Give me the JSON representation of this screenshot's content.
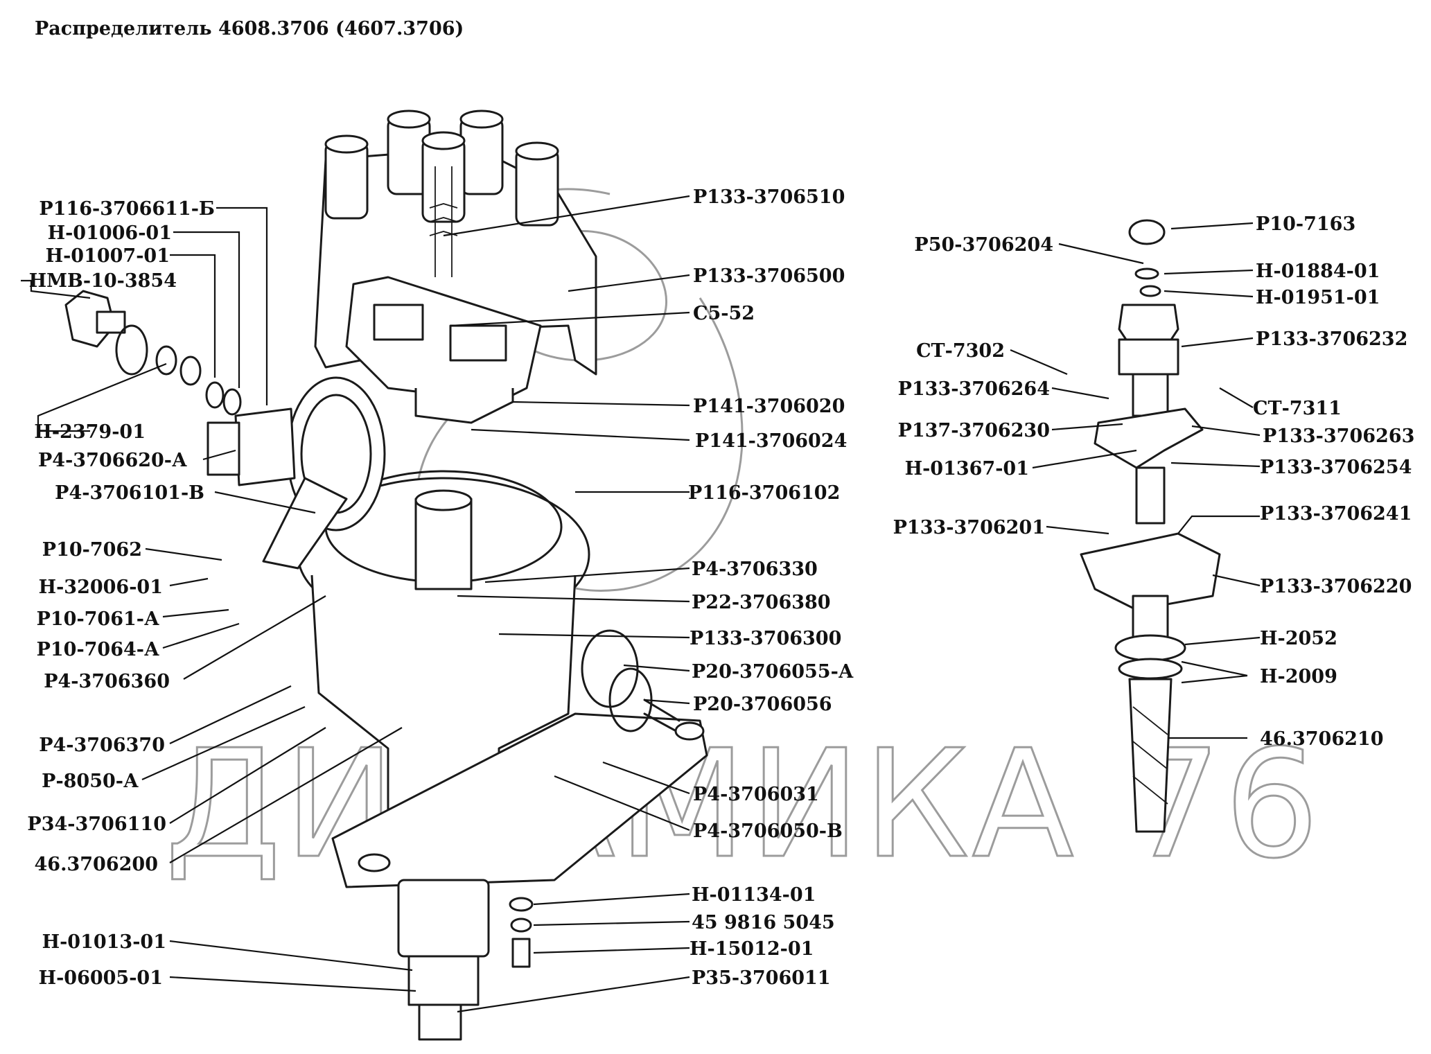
{
  "title": "Распределитель 4608.3706 (4607.3706)",
  "watermark": "ДИНАМИКА 76",
  "colors": {
    "ink": "#111111",
    "watermark": "#9c9c9c",
    "background": "#ffffff"
  },
  "labels": {
    "l1": "Р116-3706611-Б",
    "l2": "Н-01006-01",
    "l3": "Н-01007-01",
    "l4": "НМВ-10-3854",
    "l5": "Н-2379-01",
    "l6": "Р4-3706620-А",
    "l7": "Р4-3706101-В",
    "l8": "Р10-7062",
    "l9": "Н-32006-01",
    "l10": "Р10-7061-А",
    "l11": "Р10-7064-А",
    "l12": "Р4-3706360",
    "l13": "Р4-3706370",
    "l14": "Р-8050-А",
    "l15": "Р34-3706110",
    "l16": "46.3706200",
    "l17": "Н-01013-01",
    "l18": "Н-06005-01",
    "r1": "Р133-3706510",
    "r2": "Р133-3706500",
    "r3": "С5-52",
    "r4": "Р141-3706020",
    "r5": "Р141-3706024",
    "r6": "Р116-3706102",
    "r7": "Р4-3706330",
    "r8": "Р22-3706380",
    "r9": "Р133-3706300",
    "r10": "Р20-3706055-А",
    "r11": "Р20-3706056",
    "r12": "Р4-3706031",
    "r13": "Р4-3706050-В",
    "r14": "Н-01134-01",
    "r15": "45 9816 5045",
    "r16": "Н-15012-01",
    "r17": "Р35-3706011",
    "s1": "Р10-7163",
    "s2": "Р50-3706204",
    "s3": "Н-01884-01",
    "s4": "Н-01951-01",
    "s5": "Р133-3706232",
    "s6": "СТ-7302",
    "s7": "Р133-3706264",
    "s8": "СТ-7311",
    "s9": "Р137-3706230",
    "s10": "Р133-3706263",
    "s11": "Н-01367-01",
    "s12": "Р133-3706254",
    "s13": "Р133-3706241",
    "s14": "Р133-3706201",
    "s15": "Р133-3706220",
    "s16": "Н-2052",
    "s17": "Н-2009",
    "s18": "46.3706210"
  }
}
